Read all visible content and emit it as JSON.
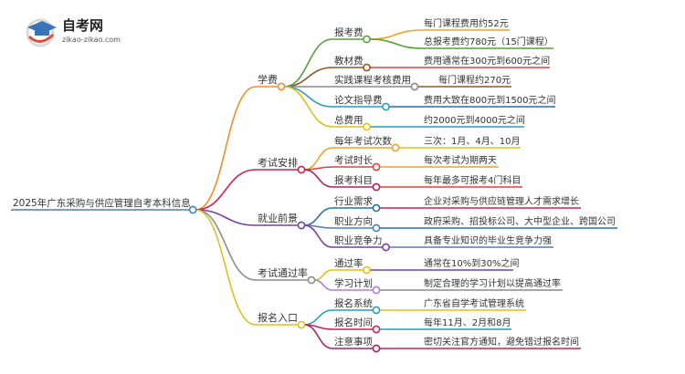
{
  "logo": {
    "title": "自考网",
    "url": "zikao-zikao.com",
    "colors": {
      "cap": "#3b73b9",
      "accent": "#e24a3b",
      "ring": "#d9d9d9"
    }
  },
  "root": {
    "label": "2025年广东采购与供应管理自考本科信息",
    "color": "#4a7fb5"
  },
  "branches": [
    {
      "label": "学费",
      "color": "#f28c28",
      "children": [
        {
          "label": "报考费",
          "color": "#5a9e3a",
          "leaves": [
            {
              "label": "每门课程费用约52元",
              "color": "#f0a020"
            },
            {
              "label": "总报考费约780元（15门课程）",
              "color": "#5a9e3a"
            }
          ]
        },
        {
          "label": "教材费",
          "color": "#8a5a28",
          "leaves": [
            {
              "label": "费用通常在300元到600元之间",
              "color": "#e24040"
            }
          ]
        },
        {
          "label": "实践课程考核费用",
          "color": "#888888",
          "leaves": [
            {
              "label": "每门课程约270元",
              "color": "#8a5a28"
            }
          ]
        },
        {
          "label": "论文指导费",
          "color": "#22a0b8",
          "leaves": [
            {
              "label": "费用大致在800元到1500元之间",
              "color": "#2a6fb0"
            }
          ]
        },
        {
          "label": "总费用",
          "color": "#e0c020",
          "leaves": [
            {
              "label": "约2000元到4000元之间",
              "color": "#22a0b8"
            }
          ]
        }
      ]
    },
    {
      "label": "考试安排",
      "color": "#d02050",
      "children": [
        {
          "label": "每年考试次数",
          "color": "#f0a020",
          "leaves": [
            {
              "label": "三次：1月、4月、10月",
              "color": "#e0c020"
            }
          ]
        },
        {
          "label": "考试时长",
          "color": "#e24040",
          "leaves": [
            {
              "label": "每次考试为期两天",
              "color": "#f0a020"
            }
          ]
        },
        {
          "label": "报考科目",
          "color": "#b02060",
          "leaves": [
            {
              "label": "每年最多可报考4门科目",
              "color": "#e24040"
            }
          ]
        }
      ]
    },
    {
      "label": "就业前景",
      "color": "#7b3fa0",
      "children": [
        {
          "label": "行业需求",
          "color": "#2a6fb0",
          "leaves": [
            {
              "label": "企业对采购与供应链管理人才需求增长",
              "color": "#d02050"
            }
          ]
        },
        {
          "label": "职业方向",
          "color": "#4a7fb5",
          "leaves": [
            {
              "label": "政府采购、招投标公司、大中型企业、跨国公司",
              "color": "#2a6fb0"
            }
          ]
        },
        {
          "label": "职业竞争力",
          "color": "#7b3fa0",
          "leaves": [
            {
              "label": "具备专业知识的毕业生竞争力强",
              "color": "#4a7fb5"
            }
          ]
        }
      ]
    },
    {
      "label": "考试通过率",
      "color": "#8c8c8c",
      "children": [
        {
          "label": "通过率",
          "color": "#e0c020",
          "leaves": [
            {
              "label": "通常在10%到30%之间",
              "color": "#7b3fa0"
            }
          ]
        },
        {
          "label": "学习计划",
          "color": "#b07be0",
          "leaves": [
            {
              "label": "制定合理的学习计划以提高通过率",
              "color": "#8c8c8c"
            }
          ]
        }
      ]
    },
    {
      "label": "报名入口",
      "color": "#e0c020",
      "children": [
        {
          "label": "报名系统",
          "color": "#22a0b8",
          "leaves": [
            {
              "label": "广东省自学考试管理系统",
              "color": "#e0c020"
            }
          ]
        },
        {
          "label": "报名时间",
          "color": "#d02050",
          "leaves": [
            {
              "label": "每年11月、2月和8月",
              "color": "#22a0b8"
            }
          ]
        },
        {
          "label": "注意事项",
          "color": "#b02060",
          "leaves": [
            {
              "label": "密切关注官方通知，避免错过报名时间",
              "color": "#d02050"
            }
          ]
        }
      ]
    }
  ]
}
